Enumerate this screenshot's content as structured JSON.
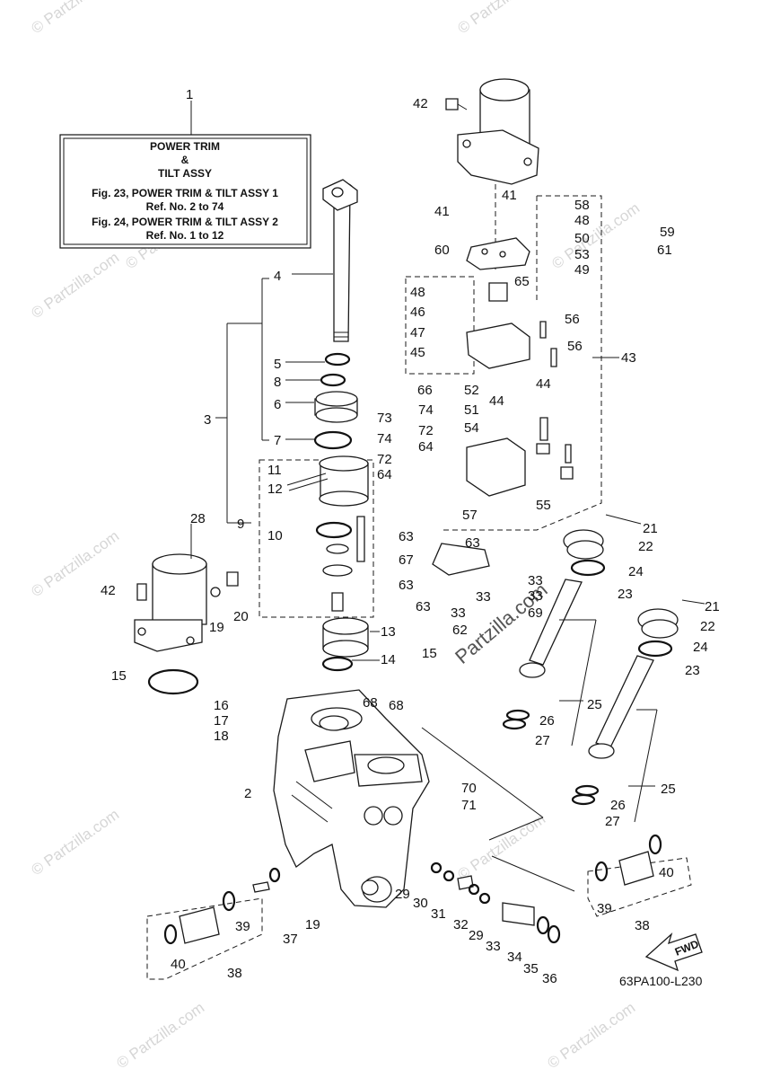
{
  "watermarks": [
    "© Partzilla.com",
    "© Partzilla.com",
    "© Partzilla.com",
    "© Partzilla.com",
    "© Partzilla.com",
    "© Partzilla.com",
    "© Partzilla.com",
    "© Partzilla.com",
    "© Partzilla.com",
    "© Partzilla.com"
  ],
  "title_box": {
    "line1": "POWER TRIM",
    "line2": "&",
    "line3": "TILT ASSY",
    "line4": "Fig. 23, POWER TRIM & TILT ASSY 1",
    "line5": "Ref. No. 2 to 74",
    "line6": "Fig. 24, POWER TRIM & TILT ASSY 2",
    "line7": "Ref. No. 1 to 12"
  },
  "center_watermark": "Partzilla.com",
  "diagram_code": "63PA100-L230",
  "fwd_label": "FWD",
  "callouts": [
    "1",
    "2",
    "3",
    "4",
    "5",
    "6",
    "7",
    "8",
    "9",
    "10",
    "11",
    "12",
    "13",
    "14",
    "15",
    "15",
    "16",
    "17",
    "18",
    "19",
    "19",
    "20",
    "21",
    "21",
    "22",
    "22",
    "23",
    "23",
    "24",
    "24",
    "25",
    "25",
    "26",
    "26",
    "27",
    "27",
    "28",
    "29",
    "29",
    "30",
    "31",
    "32",
    "33",
    "33",
    "33",
    "33",
    "33",
    "34",
    "35",
    "36",
    "37",
    "38",
    "38",
    "39",
    "39",
    "40",
    "40",
    "41",
    "41",
    "42",
    "42",
    "43",
    "44",
    "44",
    "45",
    "46",
    "47",
    "48",
    "48",
    "49",
    "50",
    "51",
    "52",
    "53",
    "54",
    "55",
    "56",
    "56",
    "57",
    "58",
    "59",
    "60",
    "61",
    "62",
    "63",
    "63",
    "63",
    "63",
    "64",
    "64",
    "65",
    "66",
    "67",
    "68",
    "68",
    "69",
    "70",
    "71",
    "72",
    "72",
    "73",
    "74",
    "74"
  ]
}
